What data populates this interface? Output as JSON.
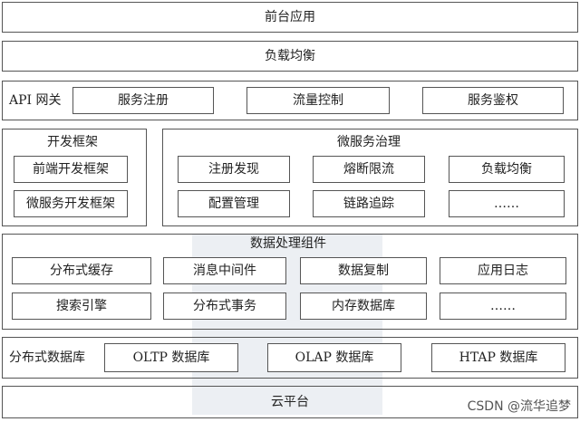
{
  "layers": {
    "frontend": "前台应用",
    "load_balance": "负载均衡",
    "api_gateway": {
      "title": "API 网关",
      "items": [
        "服务注册",
        "流量控制",
        "服务鉴权"
      ]
    },
    "dev_framework": {
      "title": "开发框架",
      "items": [
        "前端开发框架",
        "微服务开发框架"
      ]
    },
    "governance": {
      "title": "微服务治理",
      "items": [
        "注册发现",
        "熔断限流",
        "负载均衡",
        "配置管理",
        "链路追踪",
        "……"
      ]
    },
    "data_processing": {
      "title": "数据处理组件",
      "items": [
        "分布式缓存",
        "消息中间件",
        "数据复制",
        "应用日志",
        "搜索引擎",
        "分布式事务",
        "内存数据库",
        "……"
      ]
    },
    "distributed_db": {
      "title": "分布式数据库",
      "items": [
        "OLTP 数据库",
        "OLAP 数据库",
        "HTAP 数据库"
      ]
    },
    "cloud": "云平台"
  },
  "watermark": "CSDN @流华追梦"
}
